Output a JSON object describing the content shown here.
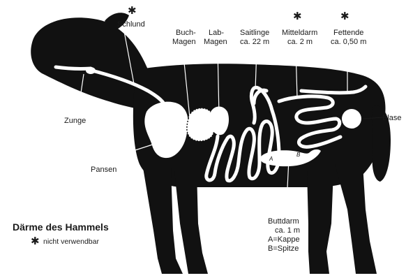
{
  "labels": {
    "schlund": "Schlund",
    "buch_1": "Buch-",
    "buch_2": "Magen",
    "lab_1": "Lab-",
    "lab_2": "Magen",
    "saitlinge_1": "Saitlinge",
    "saitlinge_2": "ca. 22 m",
    "mitteldarm_1": "Mitteldarm",
    "mitteldarm_2": "ca. 2 m",
    "fettende_1": "Fettende",
    "fettende_2": "ca. 0,50 m",
    "blase": "Blase",
    "zunge": "Zunge",
    "pansen": "Pansen",
    "buttdarm_1": "Buttdarm",
    "buttdarm_2": "ca. 1 m",
    "buttdarm_3": "A=Kappe",
    "buttdarm_4": "B=Spitze",
    "kappe_mark": "A",
    "spitze_mark": "B"
  },
  "legend": {
    "title": "Därme des Hammels",
    "star_symbol": "✱",
    "star_text": "nicht verwendbar"
  },
  "colors": {
    "silhouette": "#111111",
    "organ_outline": "#ffffff",
    "text": "#1a1a1a"
  }
}
